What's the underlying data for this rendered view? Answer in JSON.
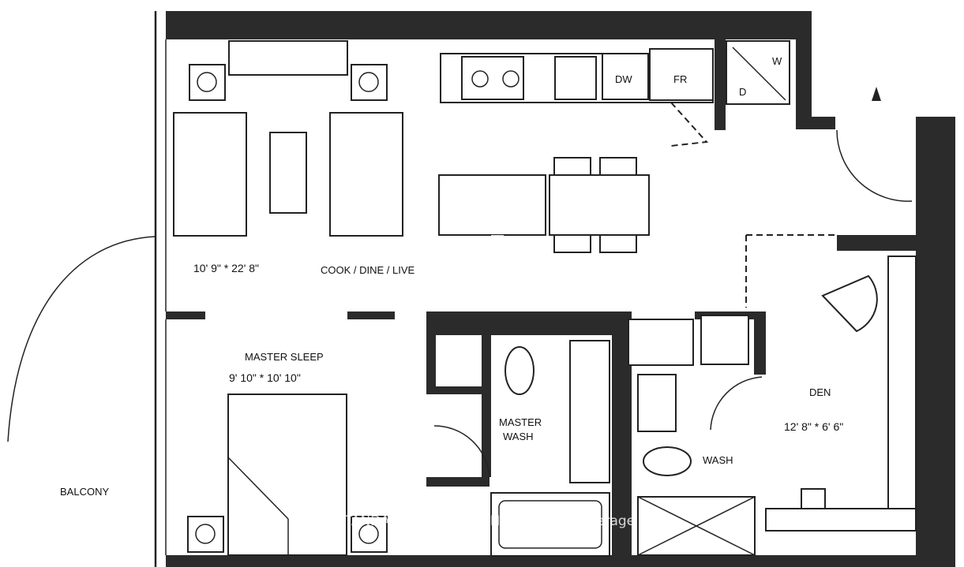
{
  "rooms": {
    "living": {
      "name": "COOK / DINE / LIVE",
      "size": "10' 9\"  * 22' 8\""
    },
    "master_sleep": {
      "name": "MASTER SLEEP",
      "size": "9' 10\" * 10' 10\""
    },
    "master_wash": {
      "name_line1": "MASTER",
      "name_line2": "WASH"
    },
    "wash": {
      "name": "WASH"
    },
    "den": {
      "name": "DEN",
      "size": "12' 8\" * 6' 6\""
    },
    "balcony": {
      "name": "BALCONY"
    }
  },
  "appliances": {
    "dishwasher": "DW",
    "fridge": "FR",
    "washer": "W",
    "dryer": "D"
  },
  "watermark": {
    "logo_line1": "Top",
    "logo_line2": "Condos",
    "brokerage": "HOME STANDARDS BRICKSTONE REALTY Brokerage"
  },
  "colors": {
    "wall": "#2b2b2b",
    "line": "#222222",
    "background": "#ffffff"
  }
}
